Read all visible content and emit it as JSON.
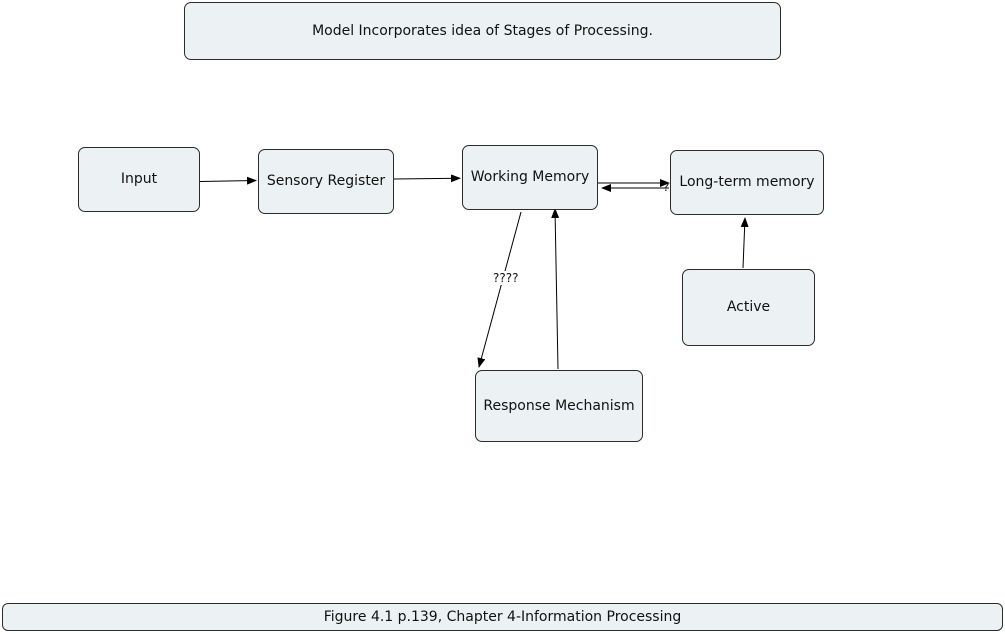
{
  "header": {
    "title": "Model Incorporates idea of Stages of Processing."
  },
  "nodes": {
    "input": "Input",
    "sensory_register": "Sensory Register",
    "working_memory": "Working Memory",
    "long_term_memory": "Long-term memory",
    "active": "Active",
    "response_mechanism": "Response Mechanism"
  },
  "edge_labels": {
    "wm_to_response": "????",
    "ltm_to_wm": "?"
  },
  "footer": {
    "caption": "Figure 4.1 p.139, Chapter 4-Information Processing"
  }
}
